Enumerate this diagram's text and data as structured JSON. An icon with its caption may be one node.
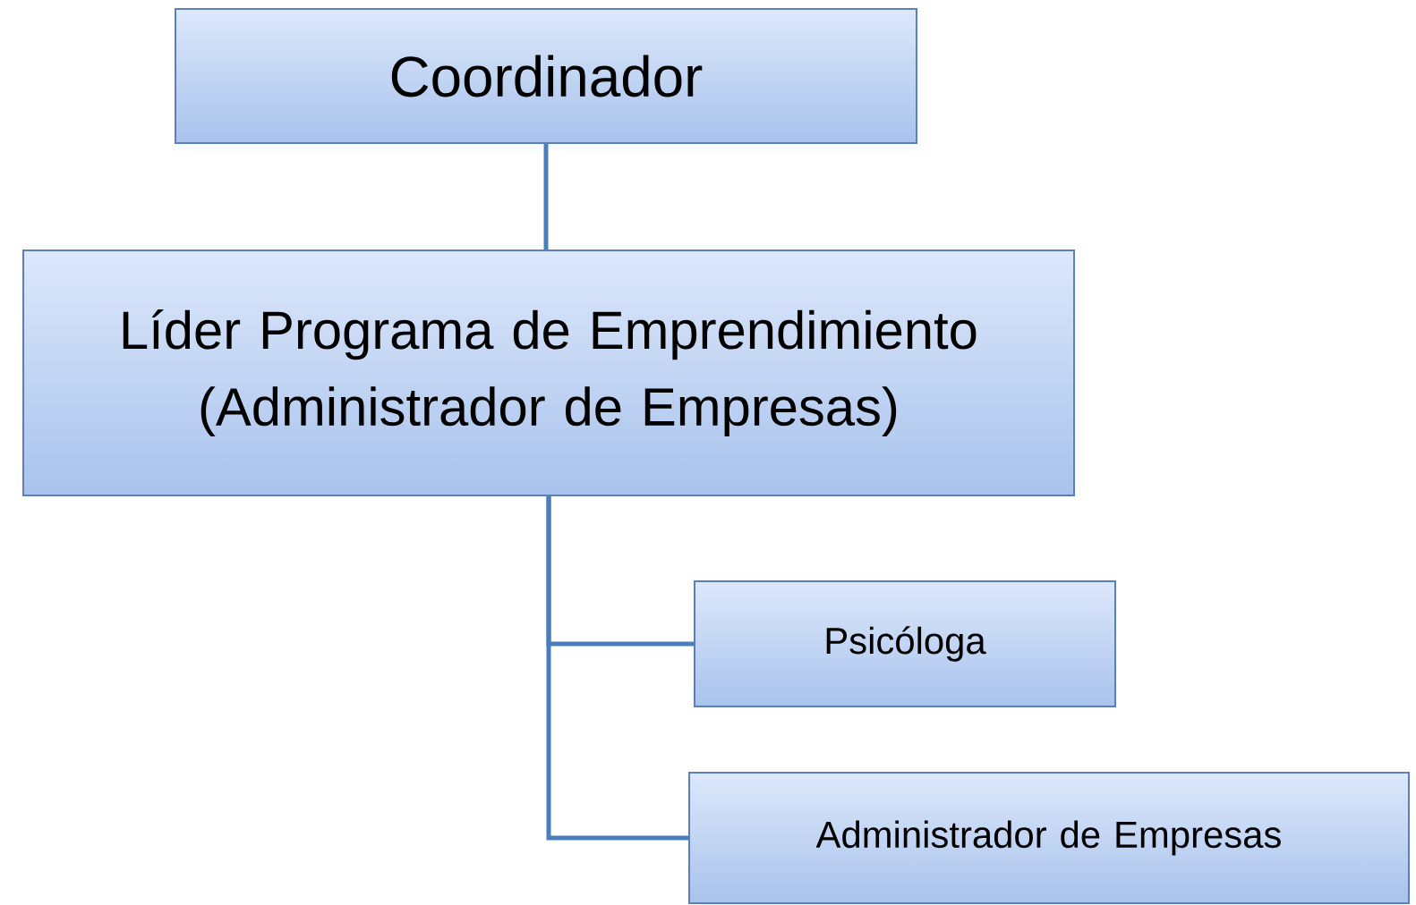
{
  "diagram": {
    "nodes": [
      {
        "text": [
          "Coordinador"
        ]
      },
      {
        "text": [
          "Líder Programa de Emprendimiento (Administrador de Empresas)"
        ]
      },
      {
        "text": [
          "Psicóloga"
        ]
      },
      {
        "text": [
          "Administrador de Empresas"
        ]
      }
    ],
    "edges": [
      {
        "from": 0,
        "to": 1,
        "arrow": "none"
      },
      {
        "from": 1,
        "to": 2,
        "arrow": "none"
      },
      {
        "from": 1,
        "to": 3,
        "arrow": "none"
      }
    ]
  }
}
